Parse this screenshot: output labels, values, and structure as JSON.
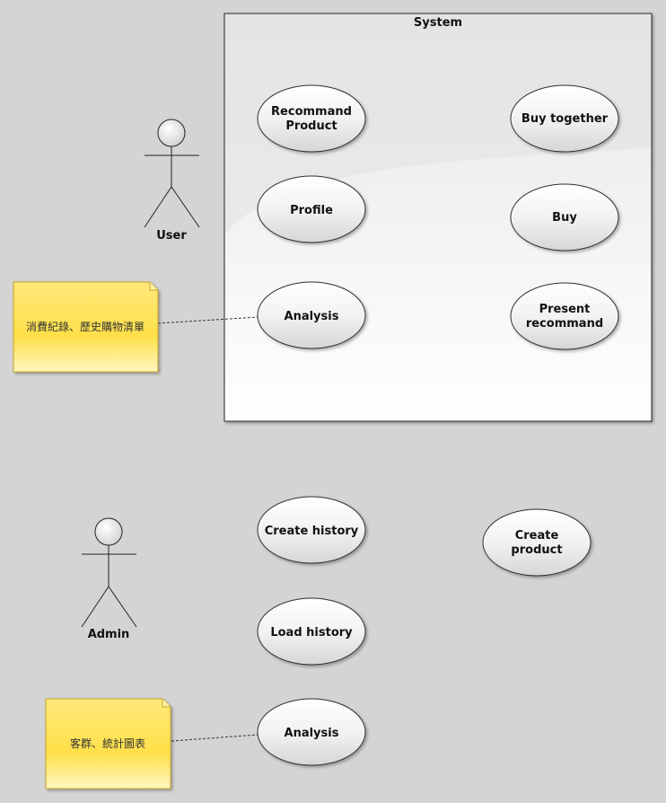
{
  "system": {
    "title": "System"
  },
  "actors": {
    "user": {
      "label": "User"
    },
    "admin": {
      "label": "Admin"
    }
  },
  "use_cases": {
    "recommand_product": {
      "line1": "Recommand",
      "line2": "Product"
    },
    "buy_together": {
      "label": "Buy together"
    },
    "profile": {
      "label": "Profile"
    },
    "buy": {
      "label": "Buy"
    },
    "analysis_user": {
      "label": "Analysis"
    },
    "present_recommand": {
      "line1": "Present",
      "line2": "recommand"
    },
    "create_history": {
      "label": "Create history"
    },
    "create_product": {
      "line1": "Create",
      "line2": "product"
    },
    "load_history": {
      "label": "Load history"
    },
    "analysis_admin": {
      "label": "Analysis"
    }
  },
  "notes": {
    "user_note": {
      "text": "消費紀錄、歷史購物清單"
    },
    "admin_note": {
      "text": "客群、統計圖表"
    }
  },
  "colors": {
    "background": "#d4d4d4",
    "note_fill_top": "#fff3a0",
    "note_fill_bottom": "#fde24a",
    "note_border": "#c9a227",
    "ellipse_stroke": "#333333"
  }
}
